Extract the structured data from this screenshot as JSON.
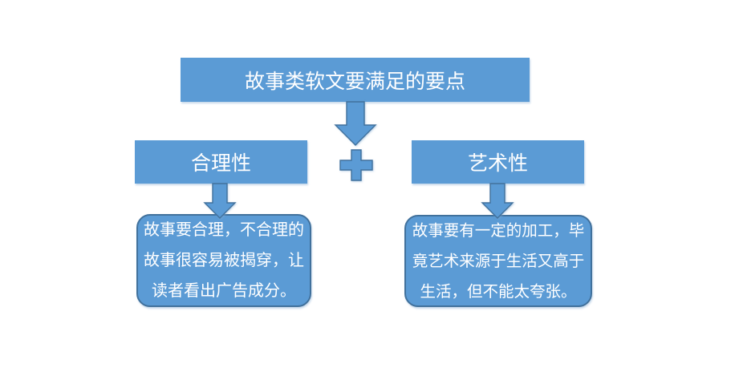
{
  "colors": {
    "shape_fill": "#5B9BD5",
    "shape_border": "#41719C",
    "text_on_shape": "#FFFFFF",
    "background": "#FFFFFF"
  },
  "diagram": {
    "title": "故事类软文要满足的要点",
    "connector": "plus",
    "branches": [
      {
        "label": "合理性",
        "description": "故事要合理，不合理的故事很容易被揭穿，让读者看出广告成分。",
        "description_lines": [
          "故事要合理，不合理的",
          "故事很容易被揭穿，让",
          "读者看出广告成分。"
        ]
      },
      {
        "label": "艺术性",
        "description": "故事要有一定的加工，毕竟艺术来源于生活又高于生活，但不能太夸张。",
        "description_lines": [
          "故事要有一定的加工，毕",
          "竟艺术来源于生活又高于",
          "生活，但不能太夸张。"
        ]
      }
    ]
  }
}
